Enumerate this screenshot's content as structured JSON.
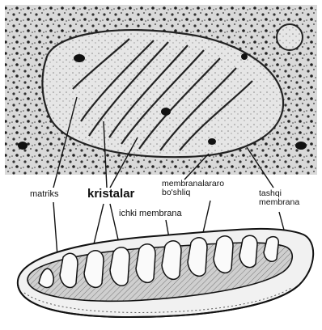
{
  "labels": {
    "matriks": "matriks",
    "kristalar": "kristalar",
    "membranalararo_line1": "membranalararo",
    "membranalararo_line2": "bo'shliq",
    "ichki_membrana": "ichki membrana",
    "tashqi_line1": "tashqi",
    "tashqi_line2": "membrana"
  }
}
